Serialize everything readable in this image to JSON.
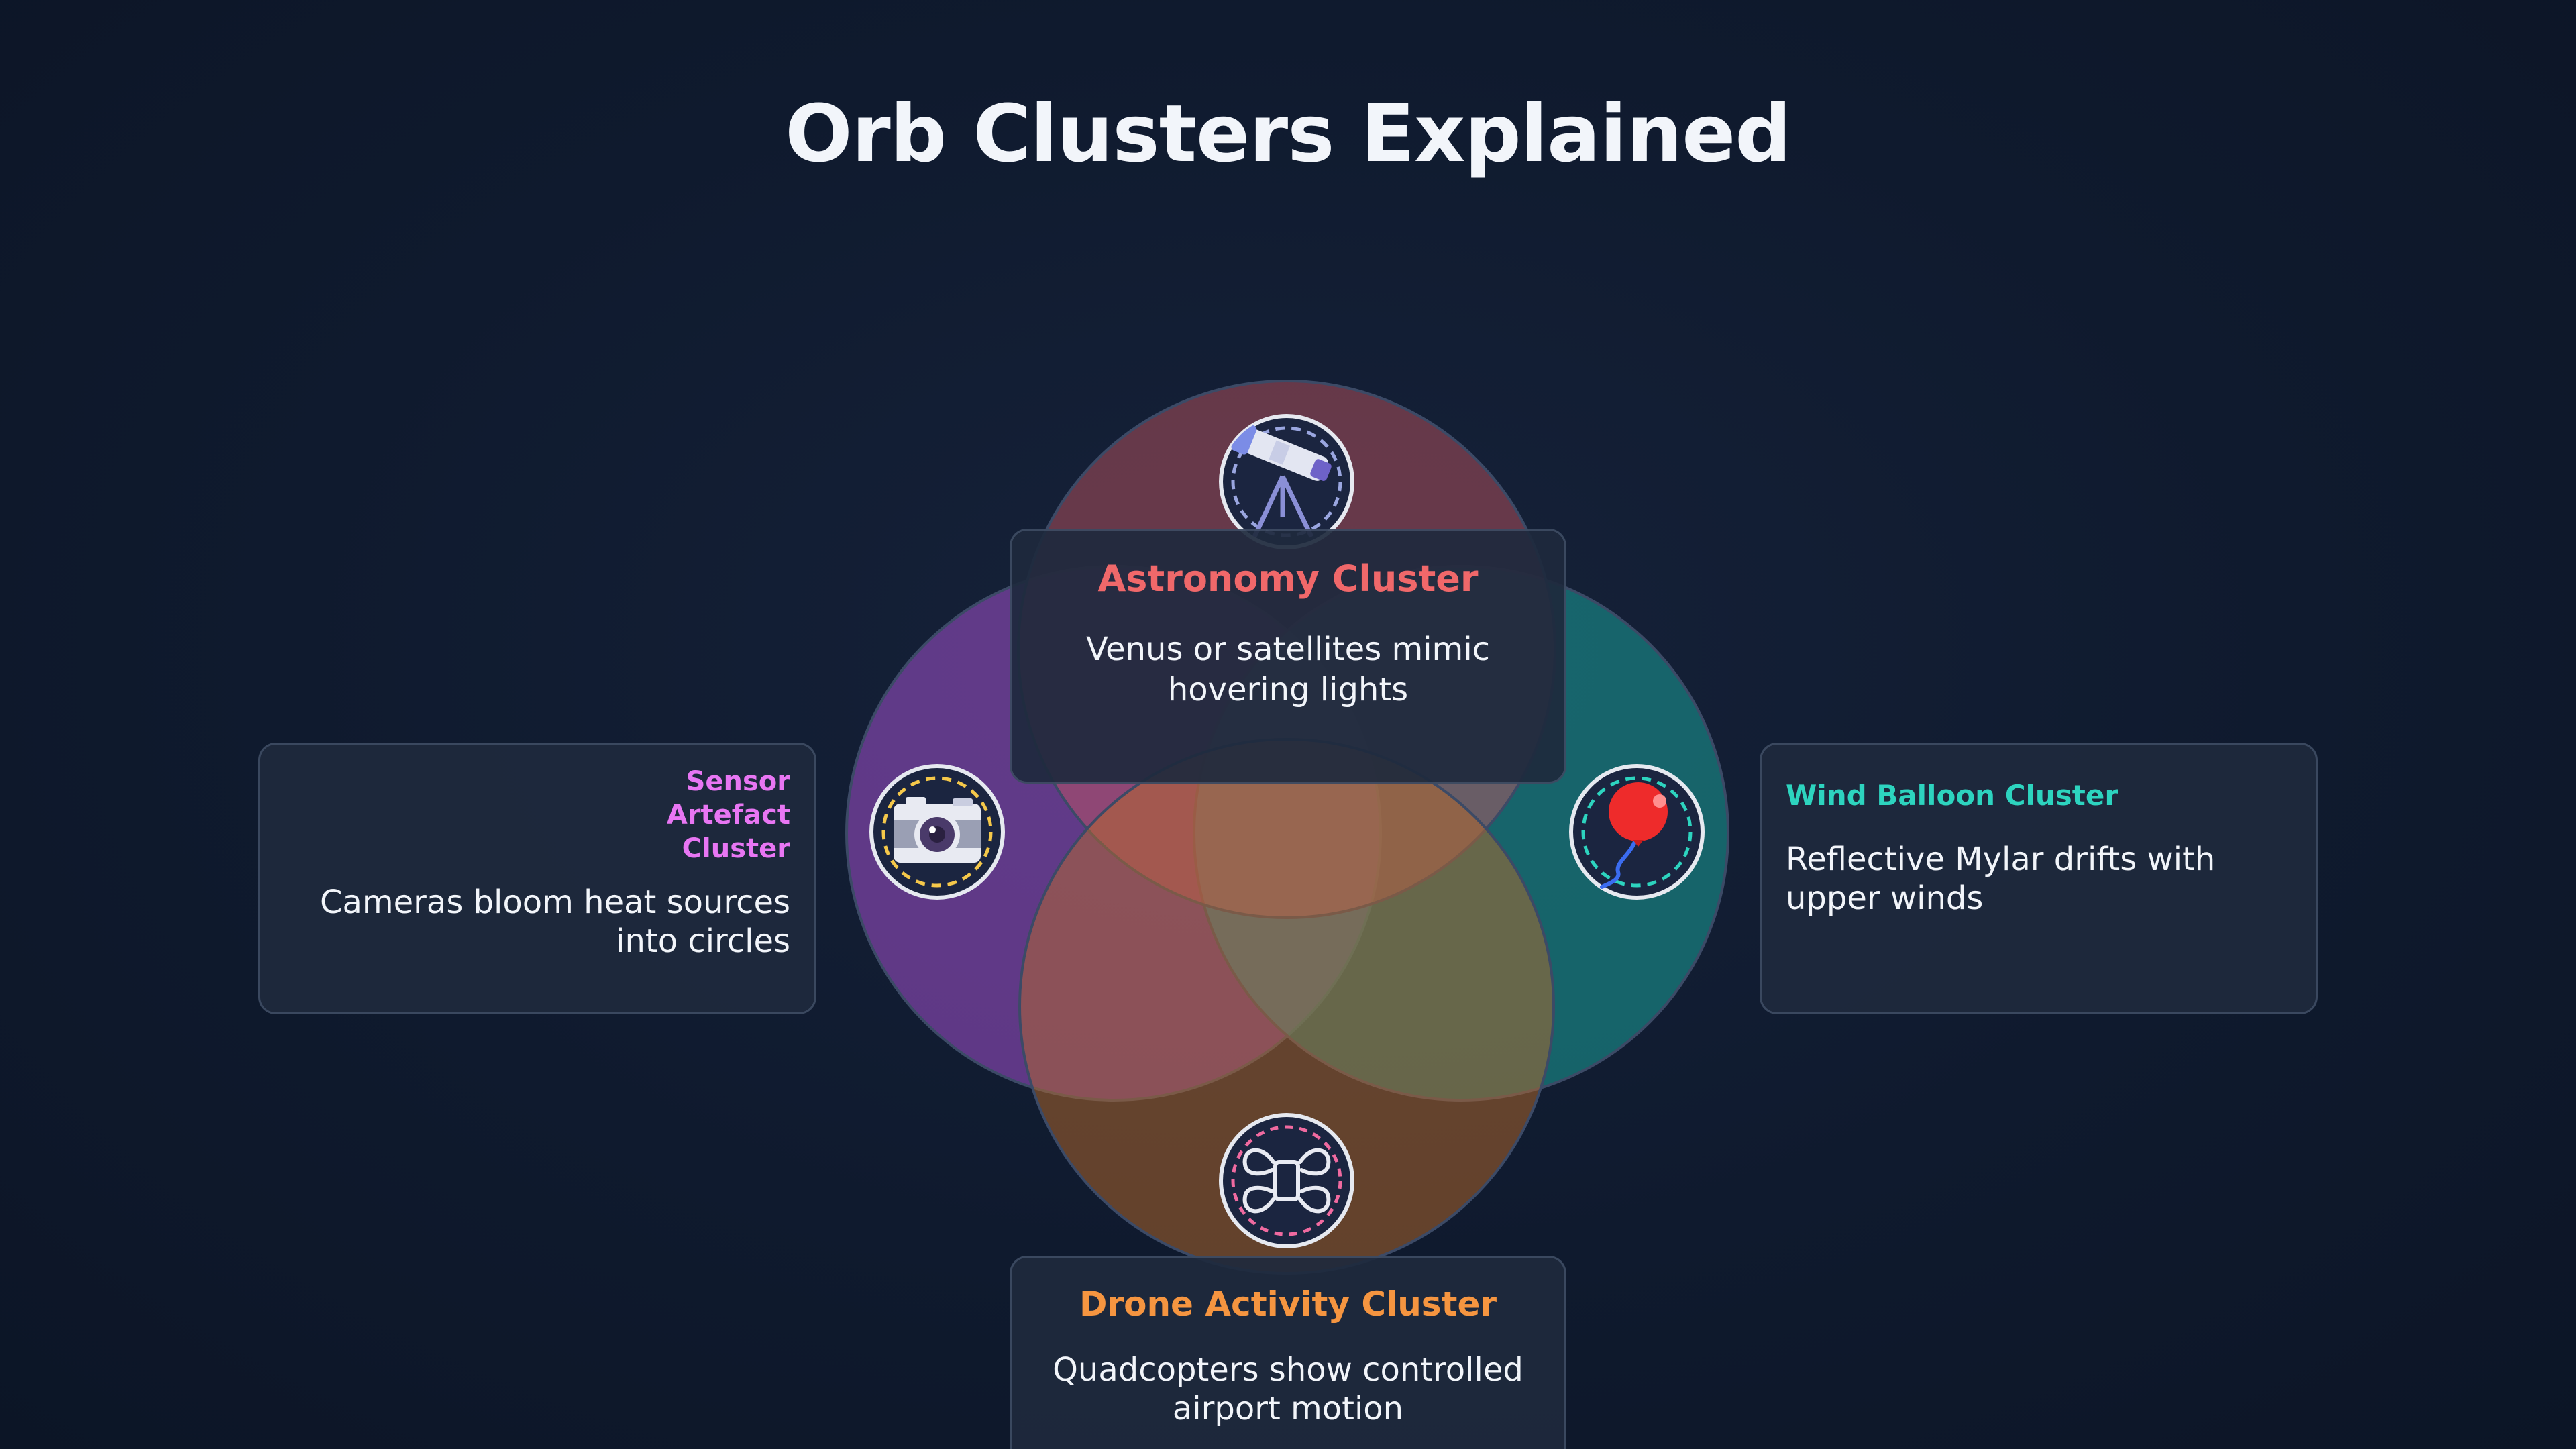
{
  "title": "Orb Clusters Explained",
  "colors": {
    "background": "#0f1a2e",
    "astronomy": "#f0686a",
    "sensor": "#e876f3",
    "wind": "#2dd4bf",
    "drone": "#f59540",
    "card_bg": "#1e293d"
  },
  "clusters": [
    {
      "id": "astronomy",
      "title": "Astronomy Cluster",
      "description": "Venus or satellites mimic hovering lights",
      "icon": "telescope-icon"
    },
    {
      "id": "sensor",
      "title": "Sensor Artefact Cluster",
      "description": "Cameras bloom heat sources into circles",
      "icon": "camera-icon"
    },
    {
      "id": "wind",
      "title": "Wind Balloon Cluster",
      "description": "Reflective Mylar drifts with upper winds",
      "icon": "balloon-icon"
    },
    {
      "id": "drone",
      "title": "Drone Activity Cluster",
      "description": "Quadcopters show controlled airport motion",
      "icon": "drone-icon"
    }
  ]
}
